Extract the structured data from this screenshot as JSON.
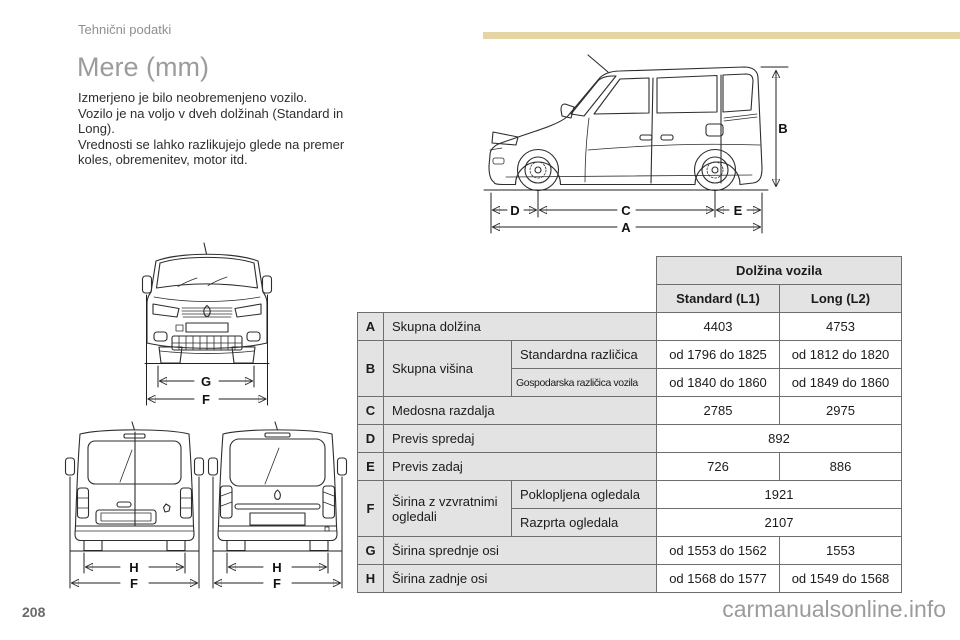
{
  "page": {
    "section": "Tehnični podatki",
    "title": "Mere (mm)",
    "intro_lines": [
      "Izmerjeno je bilo neobremenjeno vozilo.",
      "Vozilo je na voljo v dveh dolžinah (Standard in",
      "Long).",
      "Vrednosti se lahko razlikujejo glede na premer",
      "koles, obremenitev, motor itd."
    ],
    "page_number": "208",
    "watermark": "carmanualsonline.info"
  },
  "colors": {
    "accent_bar": "#e6d5a4",
    "table_header_bg": "#e3e3e3",
    "table_border": "#6e6e6e",
    "title_gray": "#9c9c9c"
  },
  "diagrams": {
    "side_view": {
      "labels": {
        "A": "A",
        "B": "B",
        "C": "C",
        "D": "D",
        "E": "E"
      }
    },
    "front_view": {
      "labels": {
        "F": "F",
        "G": "G"
      }
    },
    "rear_view_doors": {
      "labels": {
        "F": "F",
        "H": "H"
      }
    },
    "rear_view_tailgate": {
      "labels": {
        "F": "F",
        "H": "H"
      }
    }
  },
  "table": {
    "group_header": "Dolžina vozila",
    "col_standard": "Standard (L1)",
    "col_long": "Long (L2)",
    "rows": {
      "A": {
        "letter": "A",
        "label": "Skupna dolžina",
        "standard": "4403",
        "long": "4753"
      },
      "B": {
        "letter": "B",
        "label": "Skupna višina",
        "sub1_label": "Standardna različica",
        "sub1_standard": "od 1796 do 1825",
        "sub1_long": "od 1812 do 1820",
        "sub2_label": "Gospodarska različica vozila",
        "sub2_standard": "od 1840 do 1860",
        "sub2_long": "od 1849 do 1860"
      },
      "C": {
        "letter": "C",
        "label": "Medosna razdalja",
        "standard": "2785",
        "long": "2975"
      },
      "D": {
        "letter": "D",
        "label": "Previs spredaj",
        "combined": "892"
      },
      "E": {
        "letter": "E",
        "label": "Previs zadaj",
        "standard": "726",
        "long": "886"
      },
      "F": {
        "letter": "F",
        "label": "Širina z vzvratnimi ogledali",
        "sub1_label": "Poklopljena ogledala",
        "sub1_combined": "1921",
        "sub2_label": "Razprta ogledala",
        "sub2_combined": "2107"
      },
      "G": {
        "letter": "G",
        "label": "Širina sprednje osi",
        "standard": "od 1553 do 1562",
        "long": "1553"
      },
      "H": {
        "letter": "H",
        "label": "Širina zadnje osi",
        "standard": "od 1568 do 1577",
        "long": "od 1549 do 1568"
      }
    }
  }
}
